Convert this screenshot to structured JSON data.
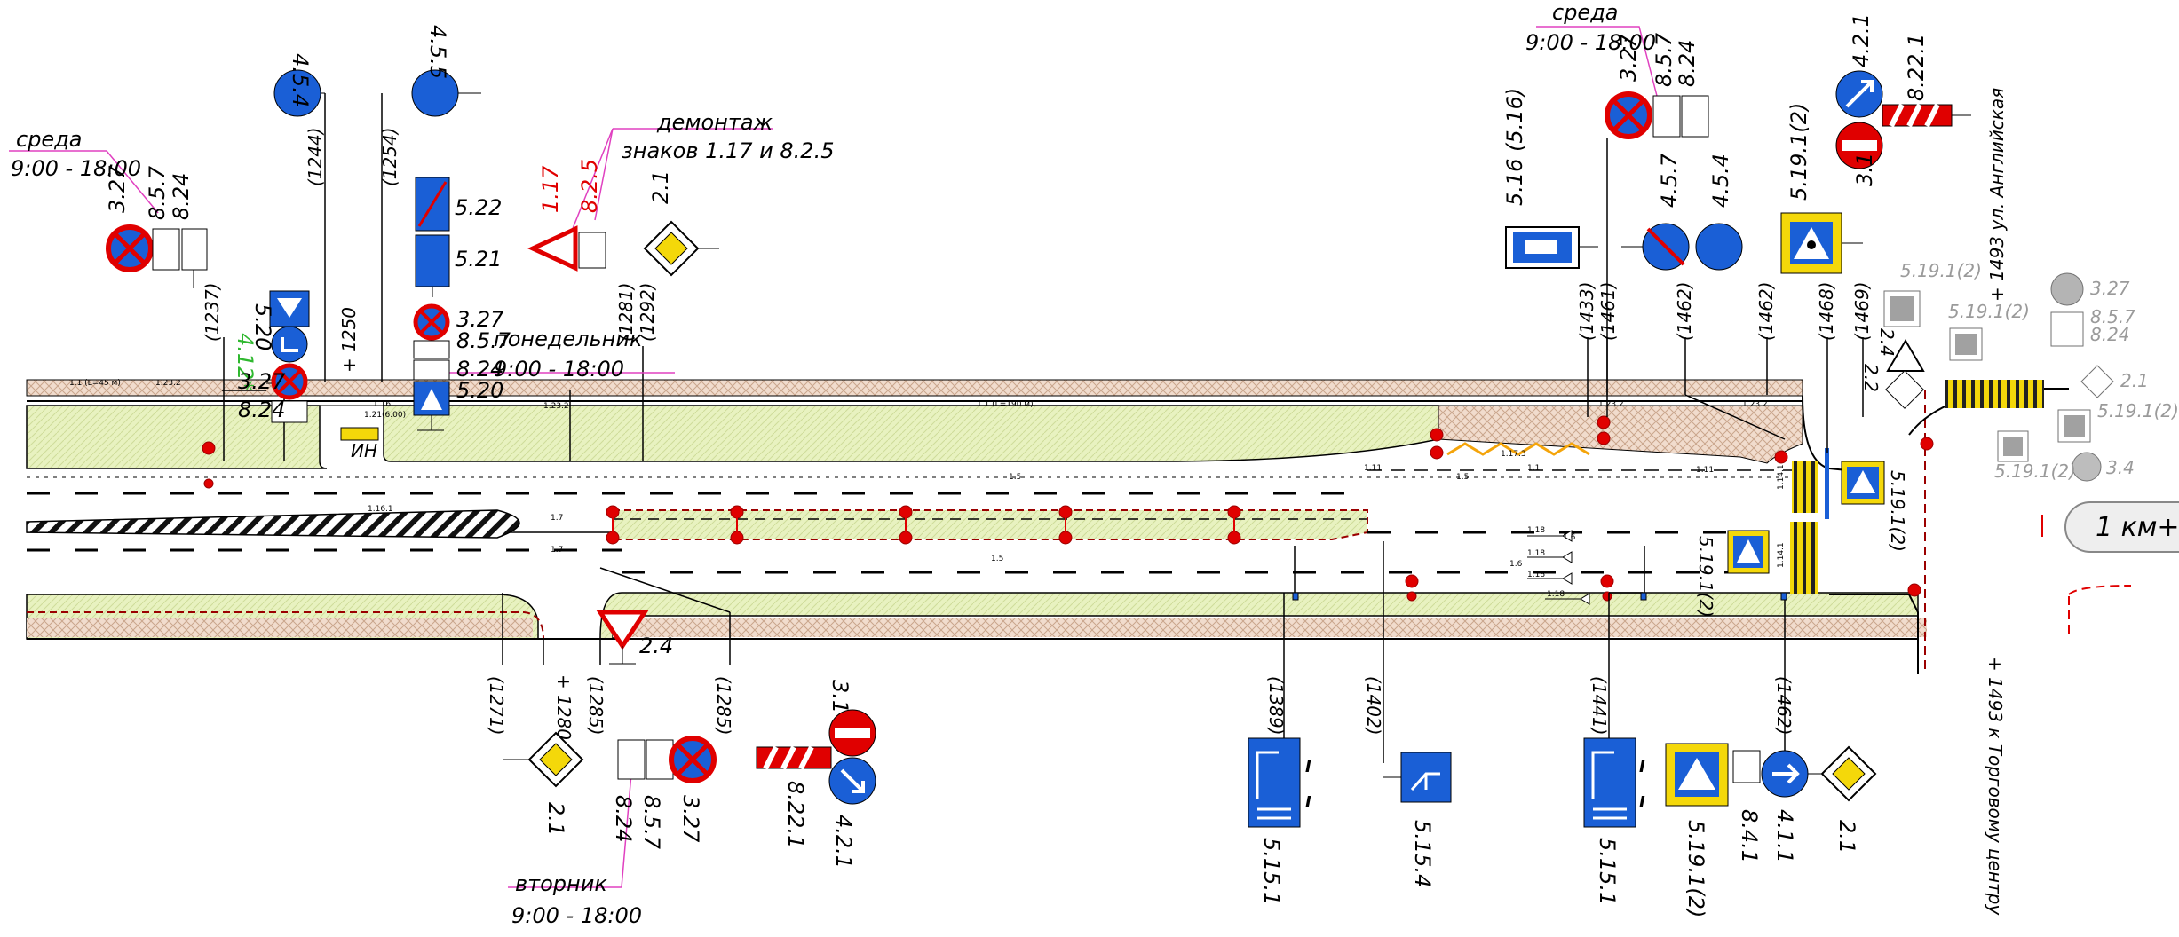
{
  "colors": {
    "sign_blue": "#1a5fd6",
    "sign_red": "#e00000",
    "sign_yellow": "#f4d80a",
    "verge_fill": "#e8f2c0",
    "hatch_tan": "#e6c7b0",
    "note_magenta": "#e040c0"
  },
  "notes": {
    "wednesday_left": {
      "day": "среда",
      "time": "9:00 - 18:00"
    },
    "wednesday_right": {
      "day": "среда",
      "time": "9:00 - 18:00"
    },
    "monday": {
      "day": "понедельник",
      "time": "9:00 - 18:00"
    },
    "tuesday": {
      "day": "вторник",
      "time": "9:00 - 18:00"
    },
    "dismantle": {
      "line1": "демонтаж",
      "line2": "знаков 1.17 и 8.2.5"
    }
  },
  "streets": {
    "anglijskaya": "+ 1493  ул. Английская",
    "torgovy_center": "+ 1493  к Торговому центру",
    "km_badge": "1 км+"
  },
  "chainage": {
    "c1237": "(1237)",
    "c1244": "(1244)",
    "c1250": "+ 1250",
    "c1254": "(1254)",
    "c1281": "(1281)",
    "c1292": "(1292)",
    "c1433": "(1433)",
    "c1461": "(1461)",
    "c1462a": "(1462)",
    "c1462b": "(1462)",
    "c1468": "(1468)",
    "c1469": "(1469)",
    "c1271": "(1271)",
    "c1280": "+ 1280",
    "c1285a": "(1285)",
    "c1285b": "(1285)",
    "c1389": "(1389)",
    "c1402": "(1402)",
    "c1441": "(1441)",
    "c1462c": "(1462)"
  },
  "signs": {
    "s454": "4.5.4",
    "s455": "4.5.5",
    "s327_l": "3.27",
    "s857_l": "8.5.7",
    "s824_l": "8.24",
    "s520": "5.20",
    "s412": "4.12*",
    "s327_stack": "3.27",
    "s824_stack": "8.24",
    "s522": "5.22",
    "s521": "5.21",
    "s327_m": "3.27",
    "s857_m": "8.5.7",
    "s824_m": "8.24",
    "s520_m": "5.20",
    "s117": "1.17",
    "s825": "8.2.5",
    "s21_top": "2.1",
    "s516": "5.16 (5.16)",
    "s327_r": "3.27",
    "s857_r": "8.5.7",
    "s824_r": "8.24",
    "s457": "4.5.7",
    "s454_r": "4.5.4",
    "s5191_top": "5.19.1(2)",
    "s421_top": "4.2.1",
    "s8221_top": "8.22.1",
    "s31_top": "3.1",
    "s24_r": "2.4",
    "s22_r": "2.2",
    "s5191_g1": "5.19.1(2)",
    "s5191_g2": "5.19.1(2)",
    "s327_g": "3.27",
    "s857_g": "8.5.7",
    "s824_g": "8.24",
    "s21_g": "2.1",
    "s5191_g3": "5.19.1(2)",
    "s5191_g4": "5.19.1(2)",
    "s34_g": "3.4",
    "s5191_cross": "5.19.1(2)",
    "s5191_mid": "5.19.1(2)",
    "s24_b": "2.4",
    "s21_b": "2.1",
    "s824_b": "8.24",
    "s857_b": "8.5.7",
    "s327_b": "3.27",
    "s8221_b": "8.22.1",
    "s31_b": "3.1",
    "s421_b": "4.2.1",
    "s5151_a": "5.15.1",
    "s5154": "5.15.4",
    "s5151_b": "5.15.1",
    "s5191_b": "5.19.1(2)",
    "s841": "8.4.1",
    "s411": "4.1.1",
    "s21_b2": "2.1",
    "in_label": "ИН"
  },
  "markings": {
    "m15a": "1.5",
    "m15b": "1.5",
    "m15c": "1.5",
    "m111a": "1.11",
    "m111b": "1.11",
    "m11": "1.1",
    "m17a": "1.7",
    "m17b": "1.7",
    "m1161": "1.16.1",
    "m1173": "1.17.3",
    "m1141a": "1.14.1",
    "m1141b": "1.14.1",
    "m16": "1.6",
    "m18a": "1.18",
    "m18b": "1.18",
    "m18c": "1.18",
    "m18d": "1.18",
    "m16b": "1.6",
    "m11_45": "1.1 (L=45 м)",
    "m11_190": "1.1 (L=190 м)",
    "m1232a": "1.23.2",
    "m1232b": "1.23.2",
    "m1232c": "1.23.2",
    "m1232d": "1.23.2",
    "m116": "1.16",
    "m1216": "1.21(6.00)"
  }
}
